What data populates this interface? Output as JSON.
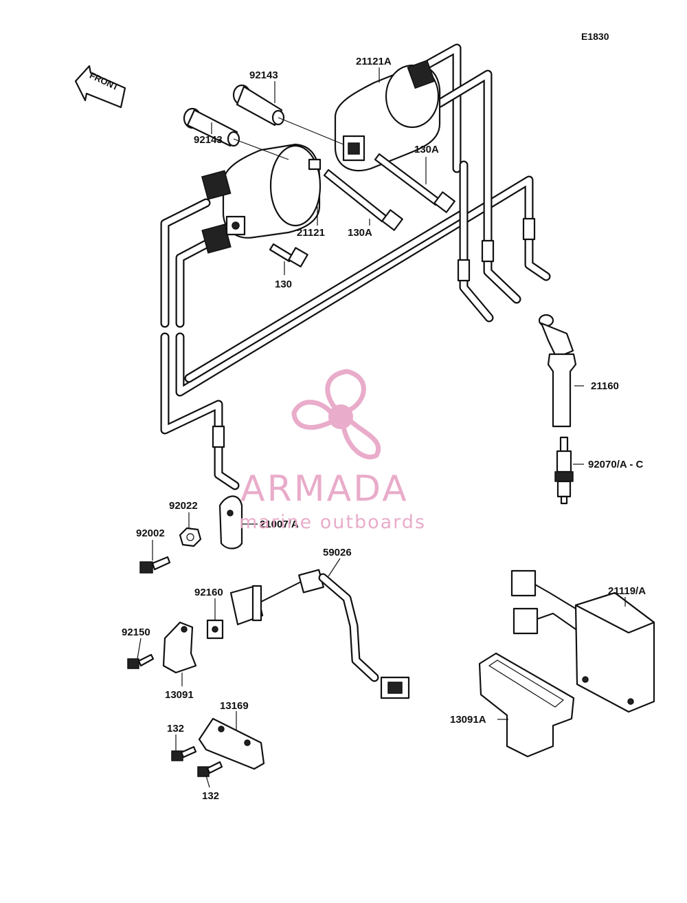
{
  "diagram": {
    "code": "E1830",
    "front_label": "FRONT",
    "labels": {
      "p21121A": "21121A",
      "p92143a": "92143",
      "p92143b": "92143",
      "p130Aa": "130A",
      "p21121": "21121",
      "p130Ab": "130A",
      "p130": "130",
      "p21160": "21160",
      "p92070": "92070/A - C",
      "p92022": "92022",
      "p21007": "21007/A",
      "p92002": "92002",
      "p59026": "59026",
      "p92160": "92160",
      "p92150": "92150",
      "p13091": "13091",
      "p21119": "21119/A",
      "p13169": "13169",
      "p13091A": "13091A",
      "p132a": "132",
      "p132b": "132"
    }
  },
  "watermark": {
    "brand": "ARMADA",
    "tagline": "marine outboards",
    "color": "#e8a6c6"
  }
}
